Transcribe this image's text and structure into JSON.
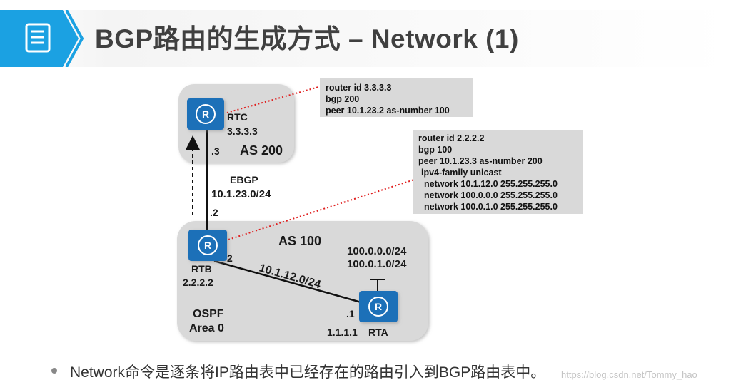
{
  "header": {
    "title": "BGP路由的生成方式 – Network (1)"
  },
  "diagram": {
    "as200": {
      "label": "AS 200",
      "router": {
        "name": "RTC",
        "id": "3.3.3.3",
        "icon_glyph": "R"
      },
      "interface": ".3"
    },
    "as100": {
      "label": "AS 100",
      "igp_label": "OSPF",
      "area_label": "Area 0",
      "rtb": {
        "name": "RTB",
        "id": "2.2.2.2",
        "icon_glyph": "R",
        "interface_up": ".2",
        "interface_down": "2"
      },
      "rta": {
        "name": "RTA",
        "id": "1.1.1.1",
        "icon_glyph": "R",
        "interface": ".1"
      },
      "internal_link": "10.1.12.0/24",
      "rta_networks": [
        "100.0.0.0/24",
        "100.0.1.0/24"
      ]
    },
    "ebgp": {
      "label": "EBGP",
      "subnet": "10.1.23.0/24"
    },
    "config_rtc": [
      "router id 3.3.3.3",
      "bgp 200",
      "peer 10.1.23.2 as-number 100"
    ],
    "config_rtb": [
      "router id 2.2.2.2",
      "bgp 100",
      "peer 10.1.23.3 as-number 200",
      " ipv4-family unicast",
      "  network 10.1.12.0 255.255.255.0",
      "  network 100.0.0.0 255.255.255.0",
      "  network 100.0.1.0 255.255.255.0"
    ]
  },
  "bullet": {
    "text": "Network命令是逐条将IP路由表中已经存在的路由引入到BGP路由表中。"
  },
  "watermark": "https://blog.csdn.net/Tommy_hao",
  "colors": {
    "accent_blue": "#1ba1e2",
    "router_blue": "#1f6fb8",
    "as_region": "#d9d9d9",
    "dotted_red": "#e02020"
  }
}
